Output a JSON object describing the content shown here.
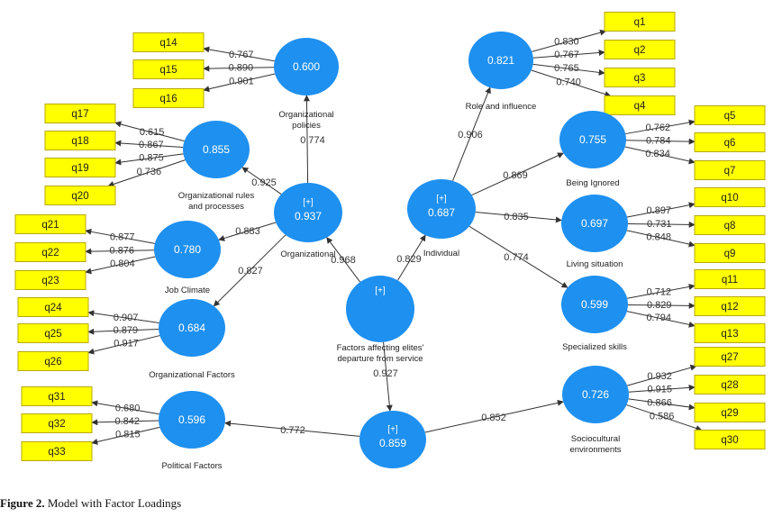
{
  "caption": {
    "bold": "Figure 2.",
    "text": " Model with Factor Loadings"
  },
  "colors": {
    "node": "#1e90f0",
    "indicator": "#ffff00",
    "edge": "#333333"
  },
  "latent_variables": [
    {
      "id": "main",
      "value": "",
      "mark": "[+]",
      "label": [
        "Factors affecting elites'",
        "departure from service"
      ]
    },
    {
      "id": "organizational",
      "value": "0.937",
      "mark": "[+]",
      "label": [
        "Organizational"
      ]
    },
    {
      "id": "individual",
      "value": "0.687",
      "mark": "[+]",
      "label": [
        "Individual"
      ]
    },
    {
      "id": "political_root",
      "value": "0.859",
      "mark": "[+]",
      "label": []
    },
    {
      "id": "org_policies",
      "value": "0.600",
      "mark": "",
      "label": [
        "Organizational",
        "policies"
      ]
    },
    {
      "id": "org_rules",
      "value": "0.855",
      "mark": "",
      "label": [
        "Organizational rules",
        "and processes"
      ]
    },
    {
      "id": "job_climate",
      "value": "0.780",
      "mark": "",
      "label": [
        "Job Climate"
      ]
    },
    {
      "id": "org_factors",
      "value": "0.684",
      "mark": "",
      "label": [
        "Organizational Factors"
      ]
    },
    {
      "id": "political_factors",
      "value": "0.596",
      "mark": "",
      "label": [
        "Political Factors"
      ]
    },
    {
      "id": "role_influence",
      "value": "0.821",
      "mark": "",
      "label": [
        "Role and influence"
      ]
    },
    {
      "id": "being_ignored",
      "value": "0.755",
      "mark": "",
      "label": [
        "Being Ignored"
      ]
    },
    {
      "id": "living_situation",
      "value": "0.697",
      "mark": "",
      "label": [
        "Living situation"
      ]
    },
    {
      "id": "specialized_skills",
      "value": "0.599",
      "mark": "",
      "label": [
        "Specialized skills"
      ]
    },
    {
      "id": "sociocultural",
      "value": "0.726",
      "mark": "",
      "label": [
        "Sociocultural",
        "environments"
      ]
    }
  ],
  "structural_paths": [
    {
      "from": "main",
      "to": "organizational",
      "coef": "0.968"
    },
    {
      "from": "main",
      "to": "individual",
      "coef": "0.829"
    },
    {
      "from": "main",
      "to": "political_root",
      "coef": "0.927"
    },
    {
      "from": "organizational",
      "to": "org_policies",
      "coef": "0.774"
    },
    {
      "from": "organizational",
      "to": "org_rules",
      "coef": "0.925"
    },
    {
      "from": "organizational",
      "to": "job_climate",
      "coef": "0.883"
    },
    {
      "from": "organizational",
      "to": "org_factors",
      "coef": "0.827"
    },
    {
      "from": "individual",
      "to": "role_influence",
      "coef": "0.906"
    },
    {
      "from": "individual",
      "to": "being_ignored",
      "coef": "0.869"
    },
    {
      "from": "individual",
      "to": "living_situation",
      "coef": "0.835"
    },
    {
      "from": "individual",
      "to": "specialized_skills",
      "coef": "0.774"
    },
    {
      "from": "political_root",
      "to": "political_factors",
      "coef": "0.772"
    },
    {
      "from": "political_root",
      "to": "sociocultural",
      "coef": "0.852"
    }
  ],
  "indicators": [
    {
      "name": "q14",
      "lv": "org_policies",
      "loading": "0.767"
    },
    {
      "name": "q15",
      "lv": "org_policies",
      "loading": "0.890"
    },
    {
      "name": "q16",
      "lv": "org_policies",
      "loading": "0.901"
    },
    {
      "name": "q17",
      "lv": "org_rules",
      "loading": "0.615"
    },
    {
      "name": "q18",
      "lv": "org_rules",
      "loading": "0.867"
    },
    {
      "name": "q19",
      "lv": "org_rules",
      "loading": "0.875"
    },
    {
      "name": "q20",
      "lv": "org_rules",
      "loading": "0.736"
    },
    {
      "name": "q21",
      "lv": "job_climate",
      "loading": "0.877"
    },
    {
      "name": "q22",
      "lv": "job_climate",
      "loading": "0.876"
    },
    {
      "name": "q23",
      "lv": "job_climate",
      "loading": "0.804"
    },
    {
      "name": "q24",
      "lv": "org_factors",
      "loading": "0.907"
    },
    {
      "name": "q25",
      "lv": "org_factors",
      "loading": "0.879"
    },
    {
      "name": "q26",
      "lv": "org_factors",
      "loading": "0.917"
    },
    {
      "name": "q31",
      "lv": "political_factors",
      "loading": "0.680"
    },
    {
      "name": "q32",
      "lv": "political_factors",
      "loading": "0.842"
    },
    {
      "name": "q33",
      "lv": "political_factors",
      "loading": "0.815"
    },
    {
      "name": "q1",
      "lv": "role_influence",
      "loading": "0.830"
    },
    {
      "name": "q2",
      "lv": "role_influence",
      "loading": "0.767"
    },
    {
      "name": "q3",
      "lv": "role_influence",
      "loading": "0.765"
    },
    {
      "name": "q4",
      "lv": "role_influence",
      "loading": "0.740"
    },
    {
      "name": "q5",
      "lv": "being_ignored",
      "loading": "0.762"
    },
    {
      "name": "q6",
      "lv": "being_ignored",
      "loading": "0.784"
    },
    {
      "name": "q7",
      "lv": "being_ignored",
      "loading": "0.834"
    },
    {
      "name": "q10",
      "lv": "living_situation",
      "loading": "0.897"
    },
    {
      "name": "q8",
      "lv": "living_situation",
      "loading": "0.731"
    },
    {
      "name": "q9",
      "lv": "living_situation",
      "loading": "0.848"
    },
    {
      "name": "q11",
      "lv": "specialized_skills",
      "loading": "0.712"
    },
    {
      "name": "q12",
      "lv": "specialized_skills",
      "loading": "0.829"
    },
    {
      "name": "q13",
      "lv": "specialized_skills",
      "loading": "0.794"
    },
    {
      "name": "q27",
      "lv": "sociocultural",
      "loading": "0.932"
    },
    {
      "name": "q28",
      "lv": "sociocultural",
      "loading": "0.915"
    },
    {
      "name": "q29",
      "lv": "sociocultural",
      "loading": "0.866"
    },
    {
      "name": "q30",
      "lv": "sociocultural",
      "loading": "0.586"
    }
  ]
}
